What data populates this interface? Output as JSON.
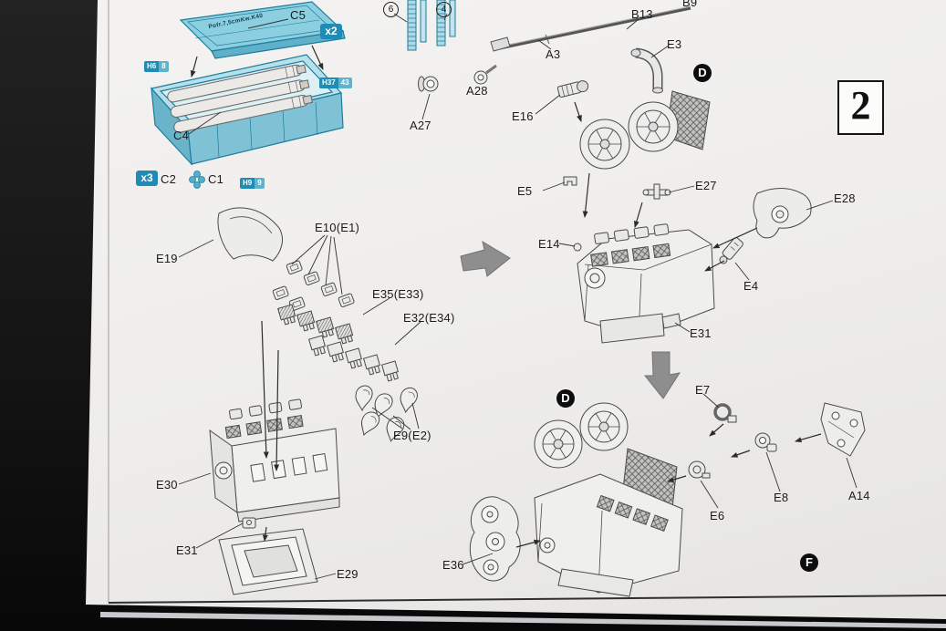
{
  "sheet": {
    "step_number": "2",
    "ammo_box": {
      "lid_label": "C5",
      "lid_stencil": "Pofr.7,5cmKw.K40",
      "qty_lid": "x2",
      "qty_box": "x3",
      "shells_label": "C4",
      "box_label": "C2",
      "latch_label": "C1",
      "paint_left": {
        "a": "H6",
        "b": "8"
      },
      "paint_right": {
        "a": "H37",
        "b": "43"
      },
      "paint_bottom": {
        "a": "H9",
        "b": "9"
      }
    },
    "circled_parts": {
      "six": "6",
      "four": "4"
    },
    "markers": {
      "d_top": "D",
      "d_bottom": "D",
      "f": "F"
    },
    "labels": {
      "b13": "B13",
      "b9": "B9",
      "a3": "A3",
      "a28": "A28",
      "a27": "A27",
      "e16": "E16",
      "e3": "E3",
      "e5": "E5",
      "e27": "E27",
      "e28": "E28",
      "e14": "E14",
      "e4": "E4",
      "e31_right": "E31",
      "e19": "E19",
      "e10": "E10(E1)",
      "e35": "E35(E33)",
      "e32": "E32(E34)",
      "e9": "E9(E2)",
      "e30": "E30",
      "e31_left": "E31",
      "e29": "E29",
      "e7": "E7",
      "e8": "E8",
      "e6": "E6",
      "a14": "A14",
      "e36": "E36"
    },
    "colors": {
      "part_blue": "#1e8cb4",
      "paper": "#f0efed",
      "arrow_gray": "#8e8e8e"
    }
  }
}
